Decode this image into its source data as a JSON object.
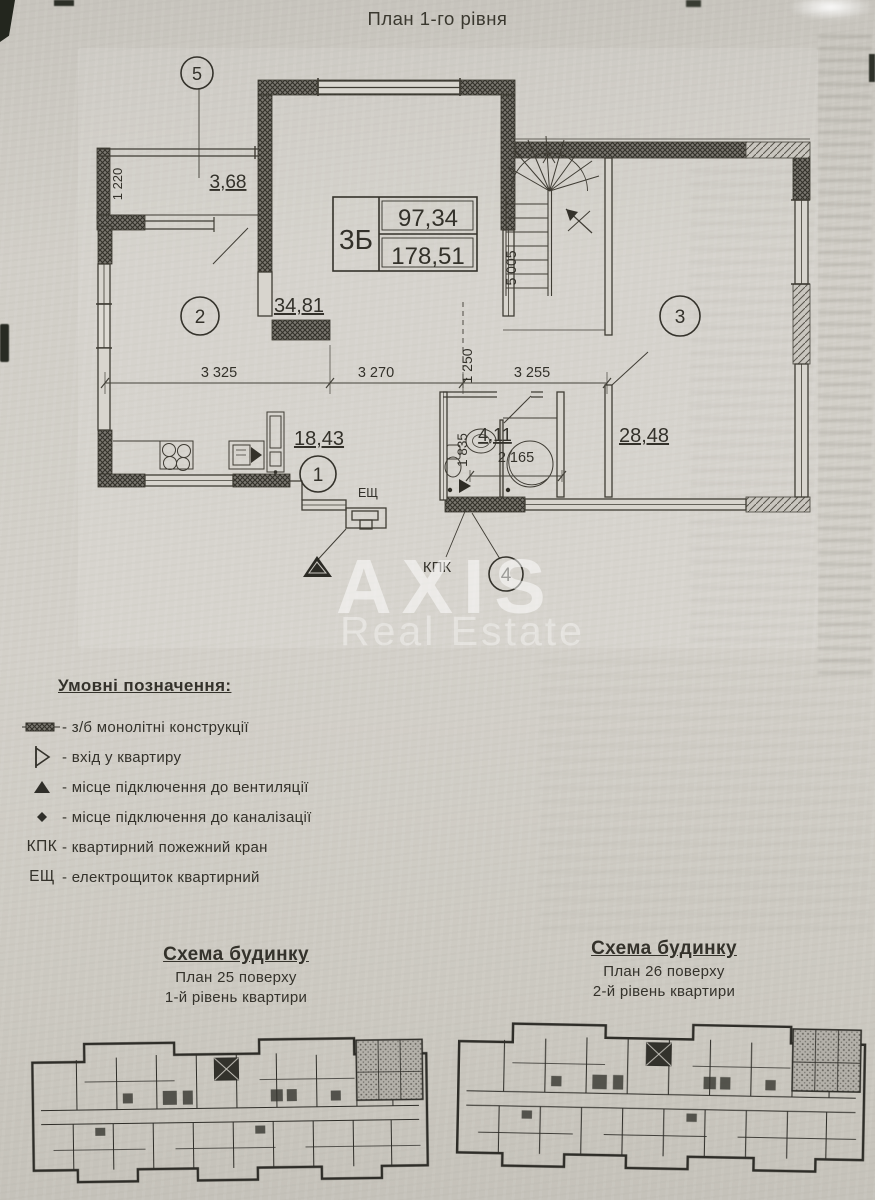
{
  "page": {
    "title": "План 1-го рівня"
  },
  "colors": {
    "paper": "#d0cdc6",
    "ink": "#34322b",
    "wall_dark": "#797670",
    "watermark": "#ffffff",
    "highlight_fill": "#b6b3ac"
  },
  "plan": {
    "info_box": {
      "type": "3Б",
      "upper": "97,34",
      "lower": "178,51"
    },
    "rooms": [
      {
        "number": "1",
        "area": "18,43"
      },
      {
        "number": "2",
        "area": "34,81"
      },
      {
        "number": "3",
        "area": "28,48"
      },
      {
        "number": "4",
        "area": "4,11"
      },
      {
        "number": "5",
        "area": "3,68"
      }
    ],
    "dimensions": {
      "balcony": "1 220",
      "d1": "3 325",
      "d2": "3 270",
      "d3": "1 250",
      "d4": "3 255",
      "stair": "5 005",
      "bath_h": "1 835",
      "bath_w": "2 165"
    },
    "labels": {
      "kpk": "КПК",
      "esh": "ЕЩ"
    }
  },
  "watermark": {
    "line1": "AXIS",
    "line2": "Real Estate"
  },
  "legend": {
    "title": "Умовні позначення:",
    "items": [
      {
        "symbol": "monolith-hatch",
        "text": "- з/б монолітні конструкції"
      },
      {
        "symbol": "entrance-door",
        "text": "- вхід у квартиру"
      },
      {
        "symbol": "ventilation-triangle",
        "text": "- місце підключення до вентиляції"
      },
      {
        "symbol": "sewage-diamond",
        "text": "- місце підключення до каналізації"
      },
      {
        "symbol": "КПК",
        "text": "- квартирний пожежний кран"
      },
      {
        "symbol": "ЕЩ",
        "text": "- електрощиток квартирний"
      }
    ]
  },
  "schemes": [
    {
      "title": "Схема будинку",
      "line1": "План 25 поверху",
      "line2": "1-й рівень квартири"
    },
    {
      "title": "Схема будинку",
      "line1": "План 26 поверху",
      "line2": "2-й рівень квартири"
    }
  ]
}
